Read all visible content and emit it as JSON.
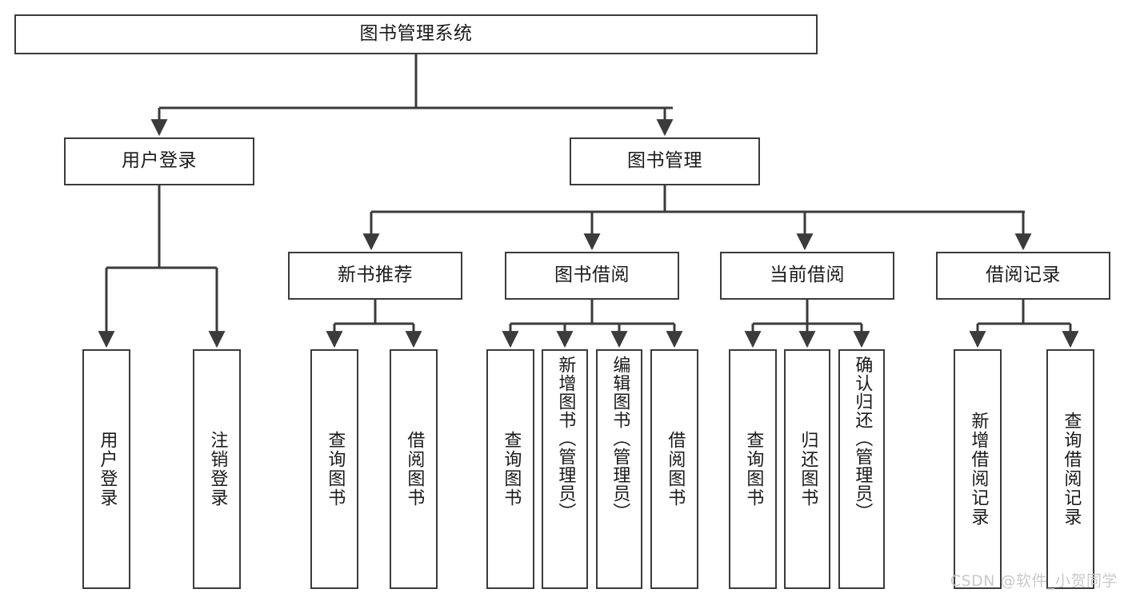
{
  "diagram": {
    "type": "tree",
    "title": "图书管理系统",
    "background_color": "#ffffff",
    "line_color": "#3b3b3b",
    "text_color": "#1a1a1a"
  },
  "root": {
    "label": "图书管理系统"
  },
  "level2": [
    {
      "label": "用户登录"
    },
    {
      "label": "图书管理"
    }
  ],
  "level3": [
    {
      "label": "新书推荐"
    },
    {
      "label": "图书借阅"
    },
    {
      "label": "当前借阅"
    },
    {
      "label": "借阅记录"
    }
  ],
  "leaves": {
    "user_login": [
      {
        "label": "用户登录"
      },
      {
        "label": "注销登录"
      }
    ],
    "new_books": [
      {
        "label": "查询图书"
      },
      {
        "label": "借阅图书"
      }
    ],
    "borrow_books": [
      {
        "label": "查询图书"
      },
      {
        "label": "新增图书（管理员）"
      },
      {
        "label": "编辑图书（管理员）"
      },
      {
        "label": "借阅图书"
      }
    ],
    "current_borrow": [
      {
        "label": "查询图书"
      },
      {
        "label": "归还图书"
      },
      {
        "label": "确认归还（管理员）"
      }
    ],
    "borrow_records": [
      {
        "label": "新增借阅记录"
      },
      {
        "label": "查询借阅记录"
      }
    ]
  },
  "watermark": {
    "text": "CSDN @软件_小贺同学"
  }
}
